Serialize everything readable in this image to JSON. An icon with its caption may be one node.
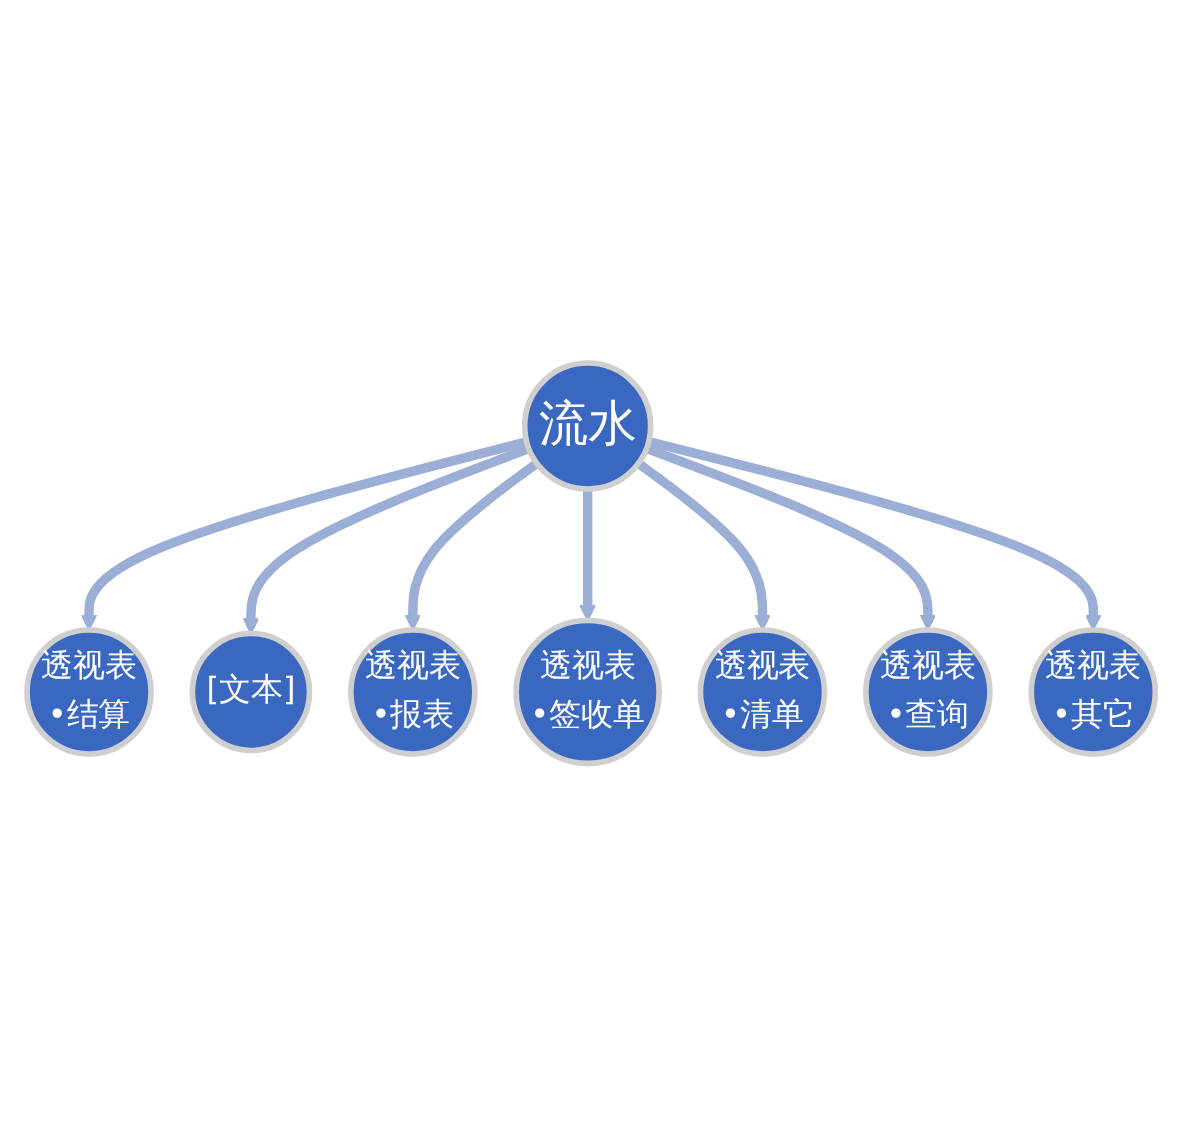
{
  "diagram": {
    "nodes": [
      {
        "text": [
          "流水"
        ]
      },
      {
        "text": [
          "透视表",
          "•结算"
        ]
      },
      {
        "text": [
          "[文本]"
        ]
      },
      {
        "text": [
          "透视表",
          "•报表"
        ]
      },
      {
        "text": [
          "透视表",
          "•签收单"
        ]
      },
      {
        "text": [
          "透视表",
          "•清单"
        ]
      },
      {
        "text": [
          "透视表",
          "•查询"
        ]
      },
      {
        "text": [
          "透视表",
          "•其它"
        ]
      }
    ],
    "edges": [
      {
        "from": 0,
        "to": 1,
        "arrow": "to"
      },
      {
        "from": 0,
        "to": 2,
        "arrow": "to"
      },
      {
        "from": 0,
        "to": 3,
        "arrow": "to"
      },
      {
        "from": 0,
        "to": 4,
        "arrow": "to"
      },
      {
        "from": 0,
        "to": 5,
        "arrow": "to"
      },
      {
        "from": 0,
        "to": 6,
        "arrow": "to"
      },
      {
        "from": 0,
        "to": 7,
        "arrow": "to"
      }
    ]
  }
}
